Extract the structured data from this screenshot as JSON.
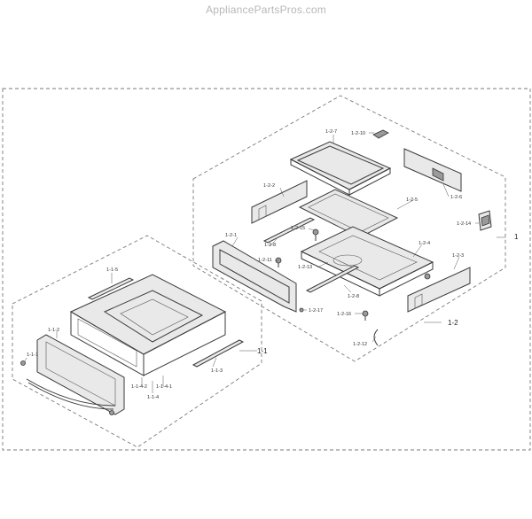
{
  "watermark": "AppliancePartsPros.com",
  "assembly_labels": {
    "main": "1",
    "drawer": "1-1",
    "door_frame": "1-2"
  },
  "part_labels": {
    "p_1_1_1": "1-1-1",
    "p_1_1_2": "1-1-2",
    "p_1_1_3": "1-1-3",
    "p_1_1_4": "1-1-4",
    "p_1_1_4_1": "1-1-4-1",
    "p_1_1_4_2": "1-1-4-2",
    "p_1_1_5": "1-1-5",
    "p_1_2_1": "1-2-1",
    "p_1_2_2": "1-2-2",
    "p_1_2_3": "1-2-3",
    "p_1_2_4": "1-2-4",
    "p_1_2_5": "1-2-5",
    "p_1_2_6": "1-2-6",
    "p_1_2_7": "1-2-7",
    "p_1_2_8a": "1-2-8",
    "p_1_2_8b": "1-2-8",
    "p_1_2_10": "1-2-10",
    "p_1_2_11": "1-2-11",
    "p_1_2_12": "1-2-12",
    "p_1_2_13": "1-2-13",
    "p_1_2_14": "1-2-14",
    "p_1_2_15": "1-2-15",
    "p_1_2_16": "1-2-16",
    "p_1_2_17": "1-2-17"
  }
}
